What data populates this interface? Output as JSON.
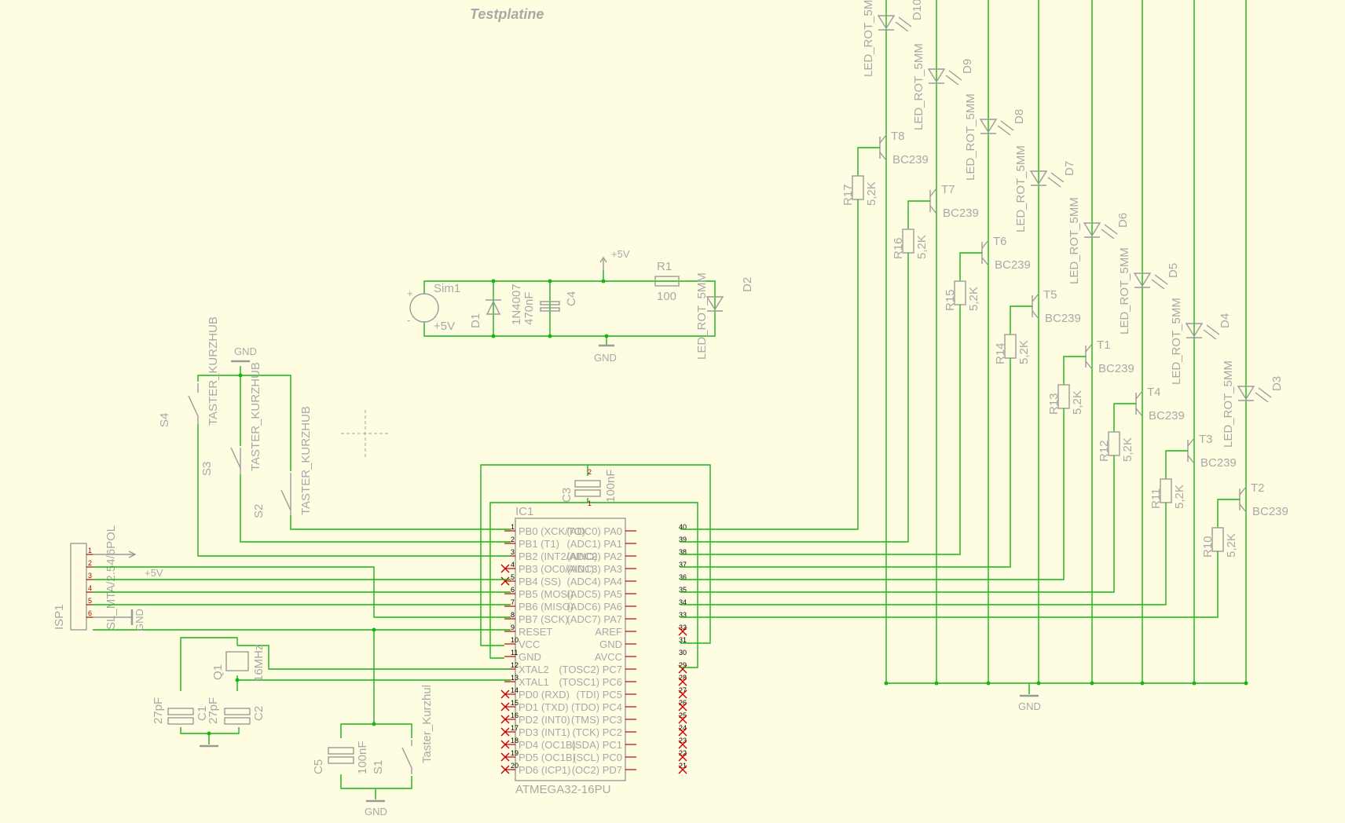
{
  "sheet": {
    "title": "Testplatine",
    "background": "#fffde1",
    "wire_color": "#17b417",
    "symbol_color": "#9a9a9a",
    "pin_color": "#c00000"
  },
  "labels": {
    "ic1": "IC1",
    "ic1_value": "ATMEGA32-16PU",
    "c3": "C3",
    "c3_value": "100nF",
    "c4": "C4",
    "c4_value": "470nF",
    "c5": "C5",
    "c5_value": "100nF",
    "c1": "C1",
    "c1_value": "27pF",
    "c2": "C2",
    "c2_value": "27pF",
    "q1": "Q1",
    "q1_value": "16MHz",
    "sim1": "Sim1",
    "d1": "D1",
    "d1_value": "1N4007",
    "r1": "R1",
    "r1_value": "100",
    "d2": "D2",
    "led_value": "LED_ROT_5MM",
    "plus5v": "+5V",
    "gnd": "GND",
    "isp1": "ISP1",
    "isp1_value": "SL_MTA/2.54/6POL",
    "s1": "S1",
    "s1_value": "Taster_Kurzhul",
    "s2": "S2",
    "s3": "S3",
    "s4": "S4",
    "taster_value": "TASTER_KURZHUB",
    "bc239": "BC239",
    "res_value": "5,2K"
  },
  "ic_pins_left": [
    "PB0 (XCK/TO)",
    "PB1 (T1)",
    "PB2 (INT2/AINO)",
    "PB3 (OC0/AIN1)",
    "PB4 (SS)",
    "PB5 (MOSI)",
    "PB6 (MISO)",
    "PB7 (SCK)",
    "RESET",
    "VCC",
    "GND",
    "XTAL2",
    "XTAL1",
    "PD0 (RXD)",
    "PD1 (TXD)",
    "PD2 (INT0)",
    "PD3 (INT1)",
    "PD4 (OC1B)",
    "PD5 (OC1B)",
    "PD6 (ICP1)"
  ],
  "ic_pins_right": [
    "(ADC0) PA0",
    "(ADC1) PA1",
    "(ADC2) PA2",
    "(ADC3) PA3",
    "(ADC4) PA4",
    "(ADC5) PA5",
    "(ADC6) PA6",
    "(ADC7) PA7",
    "AREF",
    "GND",
    "AVCC",
    "(TOSC2) PC7",
    "(TOSC1) PC6",
    "(TDI) PC5",
    "(TDO) PC4",
    "(TMS) PC3",
    "(TCK) PC2",
    "(SDA) PC1",
    "(SCL) PC0",
    "(OC2) PD7"
  ],
  "ic_pin_numbers_left": [
    "1",
    "2",
    "3",
    "4",
    "5",
    "6",
    "7",
    "8",
    "9",
    "10",
    "11",
    "12",
    "13",
    "14",
    "15",
    "16",
    "17",
    "18",
    "19",
    "20"
  ],
  "ic_pin_numbers_right": [
    "40",
    "39",
    "38",
    "37",
    "36",
    "35",
    "34",
    "33",
    "32",
    "31",
    "30",
    "29",
    "28",
    "27",
    "26",
    "25",
    "24",
    "23",
    "22",
    "21"
  ],
  "led_channels": [
    {
      "transistor": "T8",
      "resistor": "R17",
      "led": "D10"
    },
    {
      "transistor": "T7",
      "resistor": "R16",
      "led": "D9"
    },
    {
      "transistor": "T6",
      "resistor": "R15",
      "led": "D8"
    },
    {
      "transistor": "T5",
      "resistor": "R14",
      "led": "D7"
    },
    {
      "transistor": "T1",
      "resistor": "R13",
      "led": "D6"
    },
    {
      "transistor": "T4",
      "resistor": "R12",
      "led": "D5"
    },
    {
      "transistor": "T3",
      "resistor": "R11",
      "led": "D4"
    },
    {
      "transistor": "T2",
      "resistor": "R10",
      "led": "D3"
    }
  ],
  "isp_pins": [
    "1",
    "2",
    "3",
    "4",
    "5",
    "6"
  ]
}
